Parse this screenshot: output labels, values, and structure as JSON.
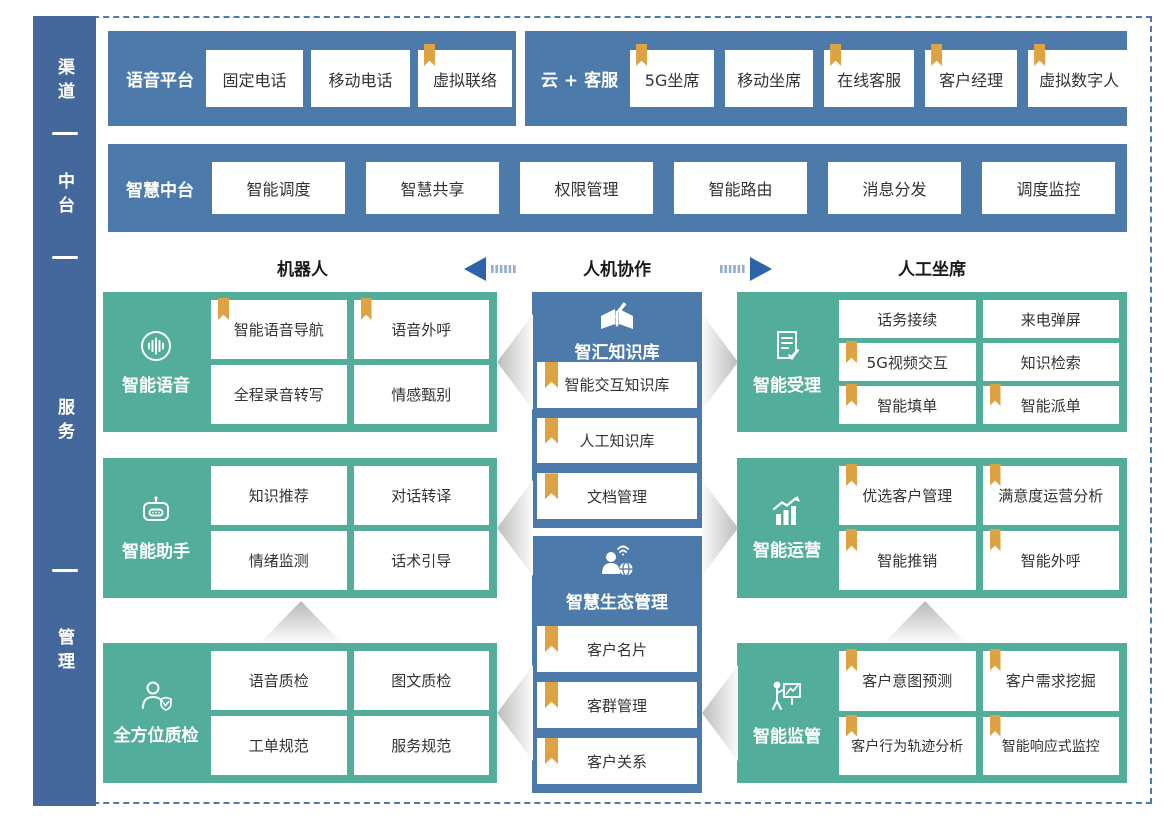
{
  "colors": {
    "bar_blue": "#4c7aab",
    "sidebar_blue": "#44689b",
    "green": "#52ad9b",
    "bookmark_orange": "#dda342",
    "arrow_blue": "#2d63a8",
    "chevron_gray": "#c4c4c4",
    "text_dark": "#333333"
  },
  "sidebar": {
    "items": [
      {
        "label": "渠道"
      },
      {
        "label": "中台"
      },
      {
        "label": "服务"
      },
      {
        "label": "管理"
      }
    ]
  },
  "channel_row": {
    "voice_platform": {
      "title": "语音平台",
      "items": [
        {
          "label": "固定电话",
          "bookmark": false
        },
        {
          "label": "移动电话",
          "bookmark": false
        },
        {
          "label": "虚拟联络",
          "bookmark": true
        }
      ]
    },
    "cloud_service": {
      "title": "云 + 客服",
      "items": [
        {
          "label": "5G坐席",
          "bookmark": true
        },
        {
          "label": "移动坐席",
          "bookmark": false
        },
        {
          "label": "在线客服",
          "bookmark": true
        },
        {
          "label": "客户经理",
          "bookmark": true
        },
        {
          "label": "虚拟数字人",
          "bookmark": true
        }
      ]
    }
  },
  "middle_row": {
    "title": "智慧中台",
    "items": [
      {
        "label": "智能调度"
      },
      {
        "label": "智慧共享"
      },
      {
        "label": "权限管理"
      },
      {
        "label": "智能路由"
      },
      {
        "label": "消息分发"
      },
      {
        "label": "调度监控"
      }
    ]
  },
  "collab_header": {
    "left": "机器人",
    "center": "人机协作",
    "right": "人工坐席"
  },
  "service_blocks": {
    "smart_voice": {
      "title": "智能语音",
      "icon": "voice-icon",
      "items": [
        {
          "label": "智能语音导航",
          "bookmark": true
        },
        {
          "label": "语音外呼",
          "bookmark": true
        },
        {
          "label": "全程录音转写",
          "bookmark": false
        },
        {
          "label": "情感甄别",
          "bookmark": false
        }
      ]
    },
    "smart_assistant": {
      "title": "智能助手",
      "icon": "robot-icon",
      "items": [
        {
          "label": "知识推荐",
          "bookmark": false
        },
        {
          "label": "对话转译",
          "bookmark": false
        },
        {
          "label": "情绪监测",
          "bookmark": false
        },
        {
          "label": "话术引导",
          "bookmark": false
        }
      ]
    },
    "quality_check": {
      "title": "全方位质检",
      "icon": "person-shield-icon",
      "items": [
        {
          "label": "语音质检",
          "bookmark": false
        },
        {
          "label": "图文质检",
          "bookmark": false
        },
        {
          "label": "工单规范",
          "bookmark": false
        },
        {
          "label": "服务规范",
          "bookmark": false
        }
      ]
    },
    "knowledge_base": {
      "title": "智汇知识库",
      "icon": "book-pencil-icon",
      "items": [
        {
          "label": "智能交互知识库",
          "bookmark": true
        },
        {
          "label": "人工知识库",
          "bookmark": true
        },
        {
          "label": "文档管理",
          "bookmark": true
        }
      ]
    },
    "ecosystem": {
      "title": "智慧生态管理",
      "icon": "person-network-icon",
      "items": [
        {
          "label": "客户名片",
          "bookmark": true
        },
        {
          "label": "客群管理",
          "bookmark": true
        },
        {
          "label": "客户关系",
          "bookmark": true
        }
      ]
    },
    "smart_acceptance": {
      "title": "智能受理",
      "icon": "document-check-icon",
      "items": [
        {
          "label": "话务接续",
          "bookmark": false
        },
        {
          "label": "来电弹屏",
          "bookmark": false
        },
        {
          "label": "5G视频交互",
          "bookmark": true
        },
        {
          "label": "知识检索",
          "bookmark": false
        },
        {
          "label": "智能填单",
          "bookmark": true
        },
        {
          "label": "智能派单",
          "bookmark": true
        }
      ]
    },
    "smart_operation": {
      "title": "智能运营",
      "icon": "chart-growth-icon",
      "items": [
        {
          "label": "优选客户管理",
          "bookmark": true
        },
        {
          "label": "满意度运营分析",
          "bookmark": true
        },
        {
          "label": "智能推销",
          "bookmark": true
        },
        {
          "label": "智能外呼",
          "bookmark": true
        }
      ]
    },
    "smart_supervision": {
      "title": "智能监管",
      "icon": "presenter-board-icon",
      "items": [
        {
          "label": "客户意图预测",
          "bookmark": true
        },
        {
          "label": "客户需求挖掘",
          "bookmark": true
        },
        {
          "label": "客户行为轨迹分析",
          "bookmark": true
        },
        {
          "label": "智能响应式监控",
          "bookmark": true
        }
      ]
    }
  }
}
